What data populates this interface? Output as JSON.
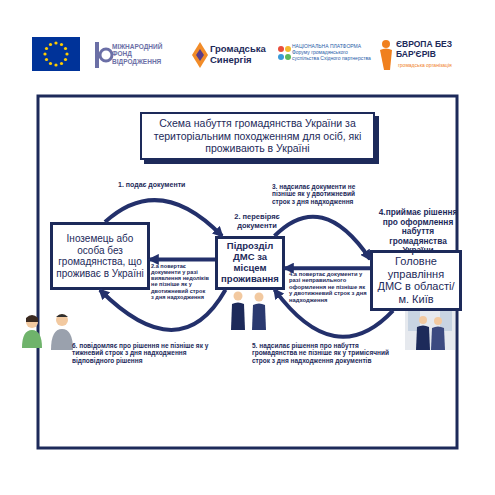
{
  "diagram": {
    "title": "Схема набуття громадянства України за територіальним походженням для осіб, які проживають в Україні",
    "nodes": [
      {
        "text": [
          "Іноземець або особа без громадянства, що проживає в Україні"
        ]
      },
      {
        "text": [
          "Підрозділ ДМС за місцем проживання"
        ]
      },
      {
        "text": [
          "Головне управління ДМС в області/ м. Київ"
        ]
      }
    ],
    "edges": [
      {
        "from": 0,
        "to": 1,
        "arrow": "to",
        "label": "1. подає документи"
      },
      {
        "from": 1,
        "to": 0,
        "arrow": "to",
        "label": "2.а повертає документи у разі виявлення недоліків не пізніше як у двотижневий строк з дня надходження"
      },
      {
        "from": 1,
        "to": 2,
        "arrow": "to",
        "label": "3. надсилає документи не пізніше як у двотижневий строк з дня надходження"
      },
      {
        "from": 2,
        "to": 1,
        "arrow": "to",
        "label": "4.а повертає документи у разі неправильного оформлення не пізніше як у двотижневий строк з дня надходження"
      },
      {
        "from": 2,
        "to": 1,
        "arrow": "to",
        "label": "5. надсилає рішення про набуття громадянства не пізніше як у тримісячний строк з дня надходження документів"
      },
      {
        "from": 1,
        "to": 0,
        "arrow": "to",
        "label": "6. повідомляє про рішення не пізніше як у тижневий строк з дня надходження відповідного рішення"
      }
    ],
    "labels": [
      "МІЖНАРОДНИЙ ФОНД ВІДРОДЖЕННЯ",
      "Громадська Синергія",
      "НАЦІОНАЛЬНА ПЛАТФОРМА Форуму громадянського суспільства Східного партнерства",
      "ЄВРОПА БЕЗ БАР'ЄРІВ",
      "громадська організація",
      "2. перевіряє документи",
      "4.приймає рішення про оформлення набуття громадянства України"
    ]
  }
}
